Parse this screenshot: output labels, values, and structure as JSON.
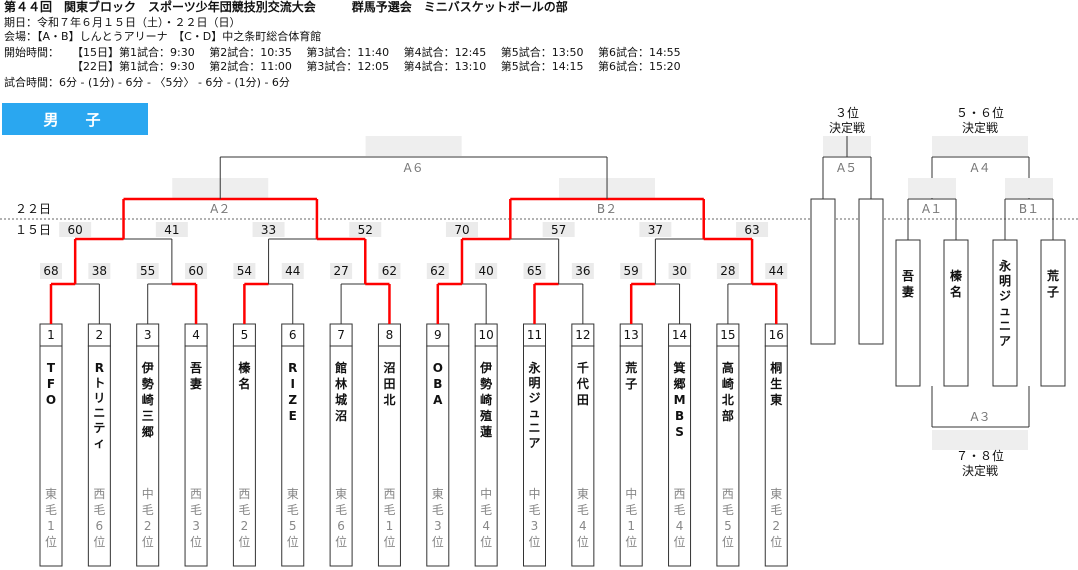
{
  "header": {
    "title": "第４４回　関東ブロック　スポーツ少年団競技別交流大会　　　群馬予選会　ミニバスケットボールの部",
    "dates": "期日：令和７年６月１５日（土）・２２日（日）",
    "venue": "会場：【A・B】しんとうアリーナ　【C・D】中之条町総合体育館",
    "start_label": "開始時間：",
    "start_15": "【15日】第1試合：9:30　 第2試合：10:35　 第3試合：11:40　 第4試合：12:45　 第5試合：13:50　 第6試合：14:55",
    "start_22": "【22日】第1試合：9:30　 第2試合：11:00　 第3試合：12:05　 第4試合：13:10　 第5試合：14:15　 第6試合：15:20",
    "game_time": "試合時間：6分 - (1分) - 6分 - 〈5分〉 - 6分 - (1分) - 6分"
  },
  "division": "男　子",
  "day_labels": [
    "２２日",
    "１５日"
  ],
  "teams": [
    {
      "no": "1",
      "name": "TFO",
      "seed": "東毛1位"
    },
    {
      "no": "2",
      "name": "Rトリニティ",
      "seed": "西毛6位"
    },
    {
      "no": "3",
      "name": "伊勢崎三郷",
      "seed": "中毛2位"
    },
    {
      "no": "4",
      "name": "吾妻",
      "seed": "西毛3位"
    },
    {
      "no": "5",
      "name": "榛名",
      "seed": "西毛2位"
    },
    {
      "no": "6",
      "name": "RIZE",
      "seed": "東毛5位"
    },
    {
      "no": "7",
      "name": "館林城沼",
      "seed": "東毛6位"
    },
    {
      "no": "8",
      "name": "沼田北",
      "seed": "西毛1位"
    },
    {
      "no": "9",
      "name": "OBA",
      "seed": "東毛3位"
    },
    {
      "no": "10",
      "name": "伊勢崎殖蓮",
      "seed": "中毛4位"
    },
    {
      "no": "11",
      "name": "永明ジュニア",
      "seed": "中毛3位"
    },
    {
      "no": "12",
      "name": "千代田",
      "seed": "東毛4位"
    },
    {
      "no": "13",
      "name": "荒子",
      "seed": "中毛1位"
    },
    {
      "no": "14",
      "name": "箕郷MBS",
      "seed": "西毛4位"
    },
    {
      "no": "15",
      "name": "高崎北部",
      "seed": "西毛5位"
    },
    {
      "no": "16",
      "name": "桐生東",
      "seed": "東毛2位"
    }
  ],
  "round1_scores": [
    [
      "68",
      "38"
    ],
    [
      "55",
      "60"
    ],
    [
      "54",
      "44"
    ],
    [
      "27",
      "62"
    ],
    [
      "62",
      "40"
    ],
    [
      "65",
      "36"
    ],
    [
      "59",
      "30"
    ],
    [
      "28",
      "44"
    ]
  ],
  "round2_scores": [
    [
      "60",
      "41"
    ],
    [
      "33",
      "52"
    ],
    [
      "70",
      "57"
    ],
    [
      "37",
      "63"
    ]
  ],
  "round1_winners": [
    0,
    1,
    0,
    1,
    0,
    0,
    0,
    1
  ],
  "round2_winners": [
    0,
    1,
    0,
    1
  ],
  "semi_labels": [
    "A２",
    "B２"
  ],
  "final_label": "A６",
  "third_place": {
    "title": [
      "３位",
      "決定戦"
    ],
    "match": "A５"
  },
  "fifth_sixth": {
    "title": [
      "５・６位",
      "決定戦"
    ],
    "match": "A４",
    "sub": [
      "A１",
      "B１"
    ],
    "teams": [
      "吾妻",
      "榛名",
      "永明ジュニア",
      "荒子"
    ]
  },
  "seventh_eighth": {
    "title": [
      "７・８位",
      "決定戦"
    ],
    "match": "A３"
  },
  "colors": {
    "winner": "#ff0000",
    "line": "#333333",
    "score_bg": "#ebebeb",
    "label_bg": "#eeeeee",
    "tag": "#2aa7f0"
  }
}
